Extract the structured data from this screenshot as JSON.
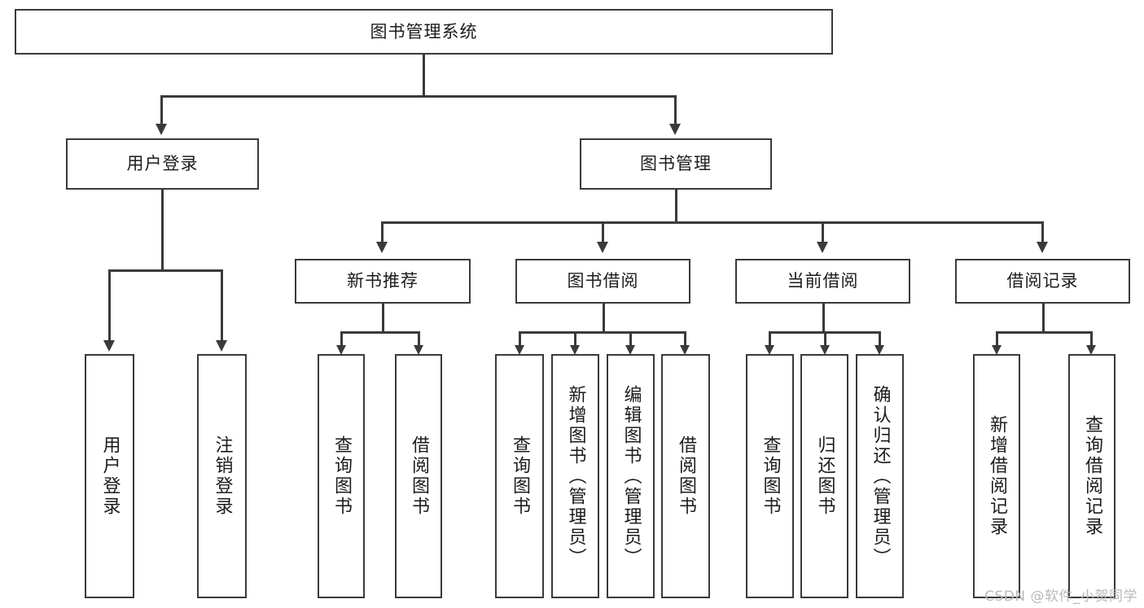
{
  "diagram": {
    "type": "tree-hierarchy-chart",
    "title": "图书管理系统",
    "line_color": "#3a3a3a",
    "box_fill": "#ffffff",
    "text_color": "#1c1c1c",
    "root": {
      "label": "图书管理系统"
    },
    "level2": [
      {
        "label": "用户登录"
      },
      {
        "label": "图书管理"
      }
    ],
    "level3": [
      {
        "label": "新书推荐"
      },
      {
        "label": "图书借阅"
      },
      {
        "label": "当前借阅"
      },
      {
        "label": "借阅记录"
      }
    ],
    "leaves": {
      "user_login": [
        {
          "label": "用户登录"
        },
        {
          "label": "注销登录"
        }
      ],
      "new_book_recommend": [
        {
          "label": "查询图书"
        },
        {
          "label": "借阅图书"
        }
      ],
      "book_borrow": [
        {
          "label": "查询图书"
        },
        {
          "label": "新增图书（管理员）"
        },
        {
          "label": "编辑图书（管理员）"
        },
        {
          "label": "借阅图书"
        }
      ],
      "current_borrow": [
        {
          "label": "查询图书"
        },
        {
          "label": "归还图书"
        },
        {
          "label": "确认归还（管理员）"
        }
      ],
      "borrow_record": [
        {
          "label": "新增借阅记录"
        },
        {
          "label": "查询借阅记录"
        }
      ]
    }
  },
  "watermark": {
    "text": "CSDN @软件_小贺同学"
  }
}
